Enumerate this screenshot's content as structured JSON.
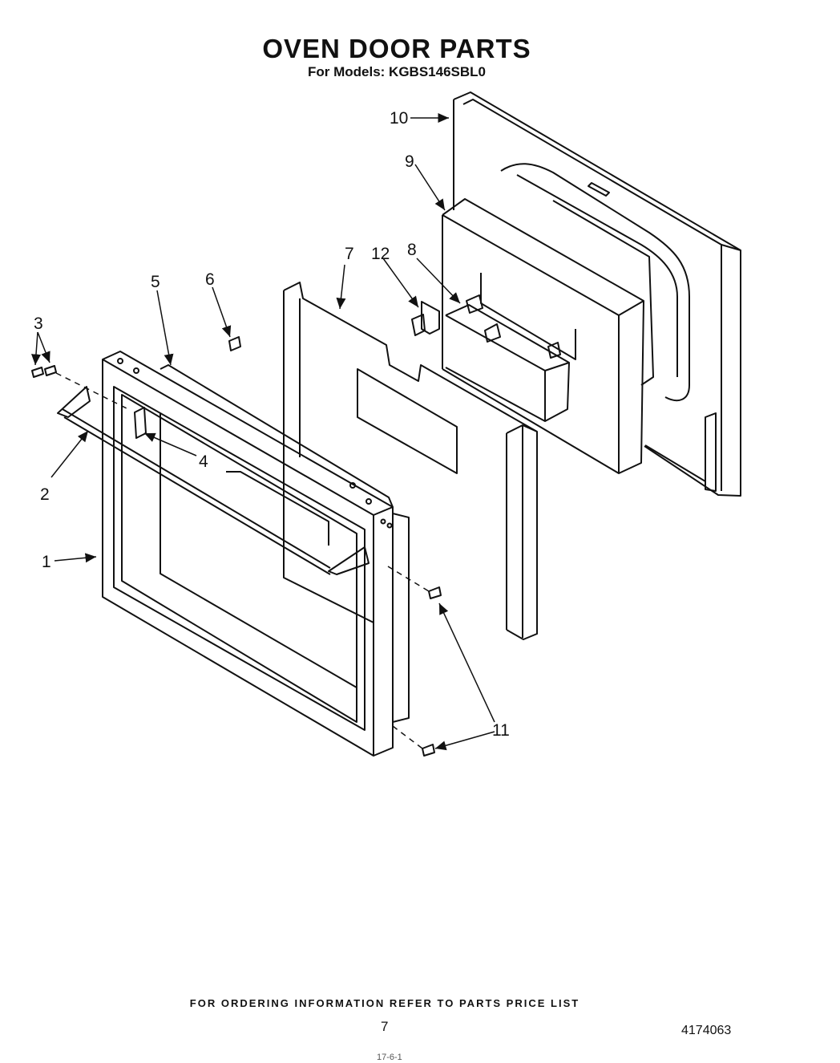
{
  "title": "OVEN DOOR PARTS",
  "subtitle": "For Models: KGBS146SBL0",
  "callouts": [
    "1",
    "2",
    "3",
    "4",
    "5",
    "6",
    "7",
    "8",
    "9",
    "10",
    "11",
    "12"
  ],
  "footer": {
    "ordering_note": "FOR ORDERING INFORMATION REFER TO PARTS PRICE LIST",
    "page_number": "7",
    "document_number": "4174063",
    "stray_mark": "17-6-1"
  }
}
